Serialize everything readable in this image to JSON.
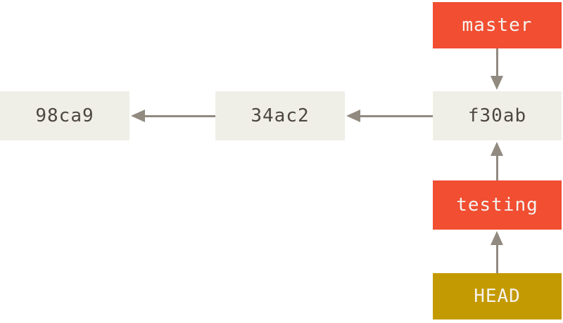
{
  "diagram": {
    "type": "git-commit-graph",
    "commits": [
      {
        "id": "98ca9"
      },
      {
        "id": "34ac2"
      },
      {
        "id": "f30ab"
      }
    ],
    "refs": [
      {
        "name": "master",
        "kind": "branch",
        "points_to": "f30ab"
      },
      {
        "name": "testing",
        "kind": "branch",
        "points_to": "f30ab"
      },
      {
        "name": "HEAD",
        "kind": "head",
        "points_to": "testing"
      }
    ],
    "edges": [
      {
        "from": "34ac2",
        "to": "98ca9",
        "direction": "left"
      },
      {
        "from": "f30ab",
        "to": "34ac2",
        "direction": "left"
      },
      {
        "from": "master",
        "to": "f30ab",
        "direction": "down"
      },
      {
        "from": "testing",
        "to": "f30ab",
        "direction": "up"
      },
      {
        "from": "HEAD",
        "to": "testing",
        "direction": "up"
      }
    ],
    "colors": {
      "commit_box_bg": "#f0efe7",
      "commit_text": "#4d4741",
      "branch_box_bg": "#f14e32",
      "head_box_bg": "#c49a02",
      "ref_text": "#f5f3ef",
      "arrow": "#918a80",
      "background": "#ffffff"
    }
  }
}
